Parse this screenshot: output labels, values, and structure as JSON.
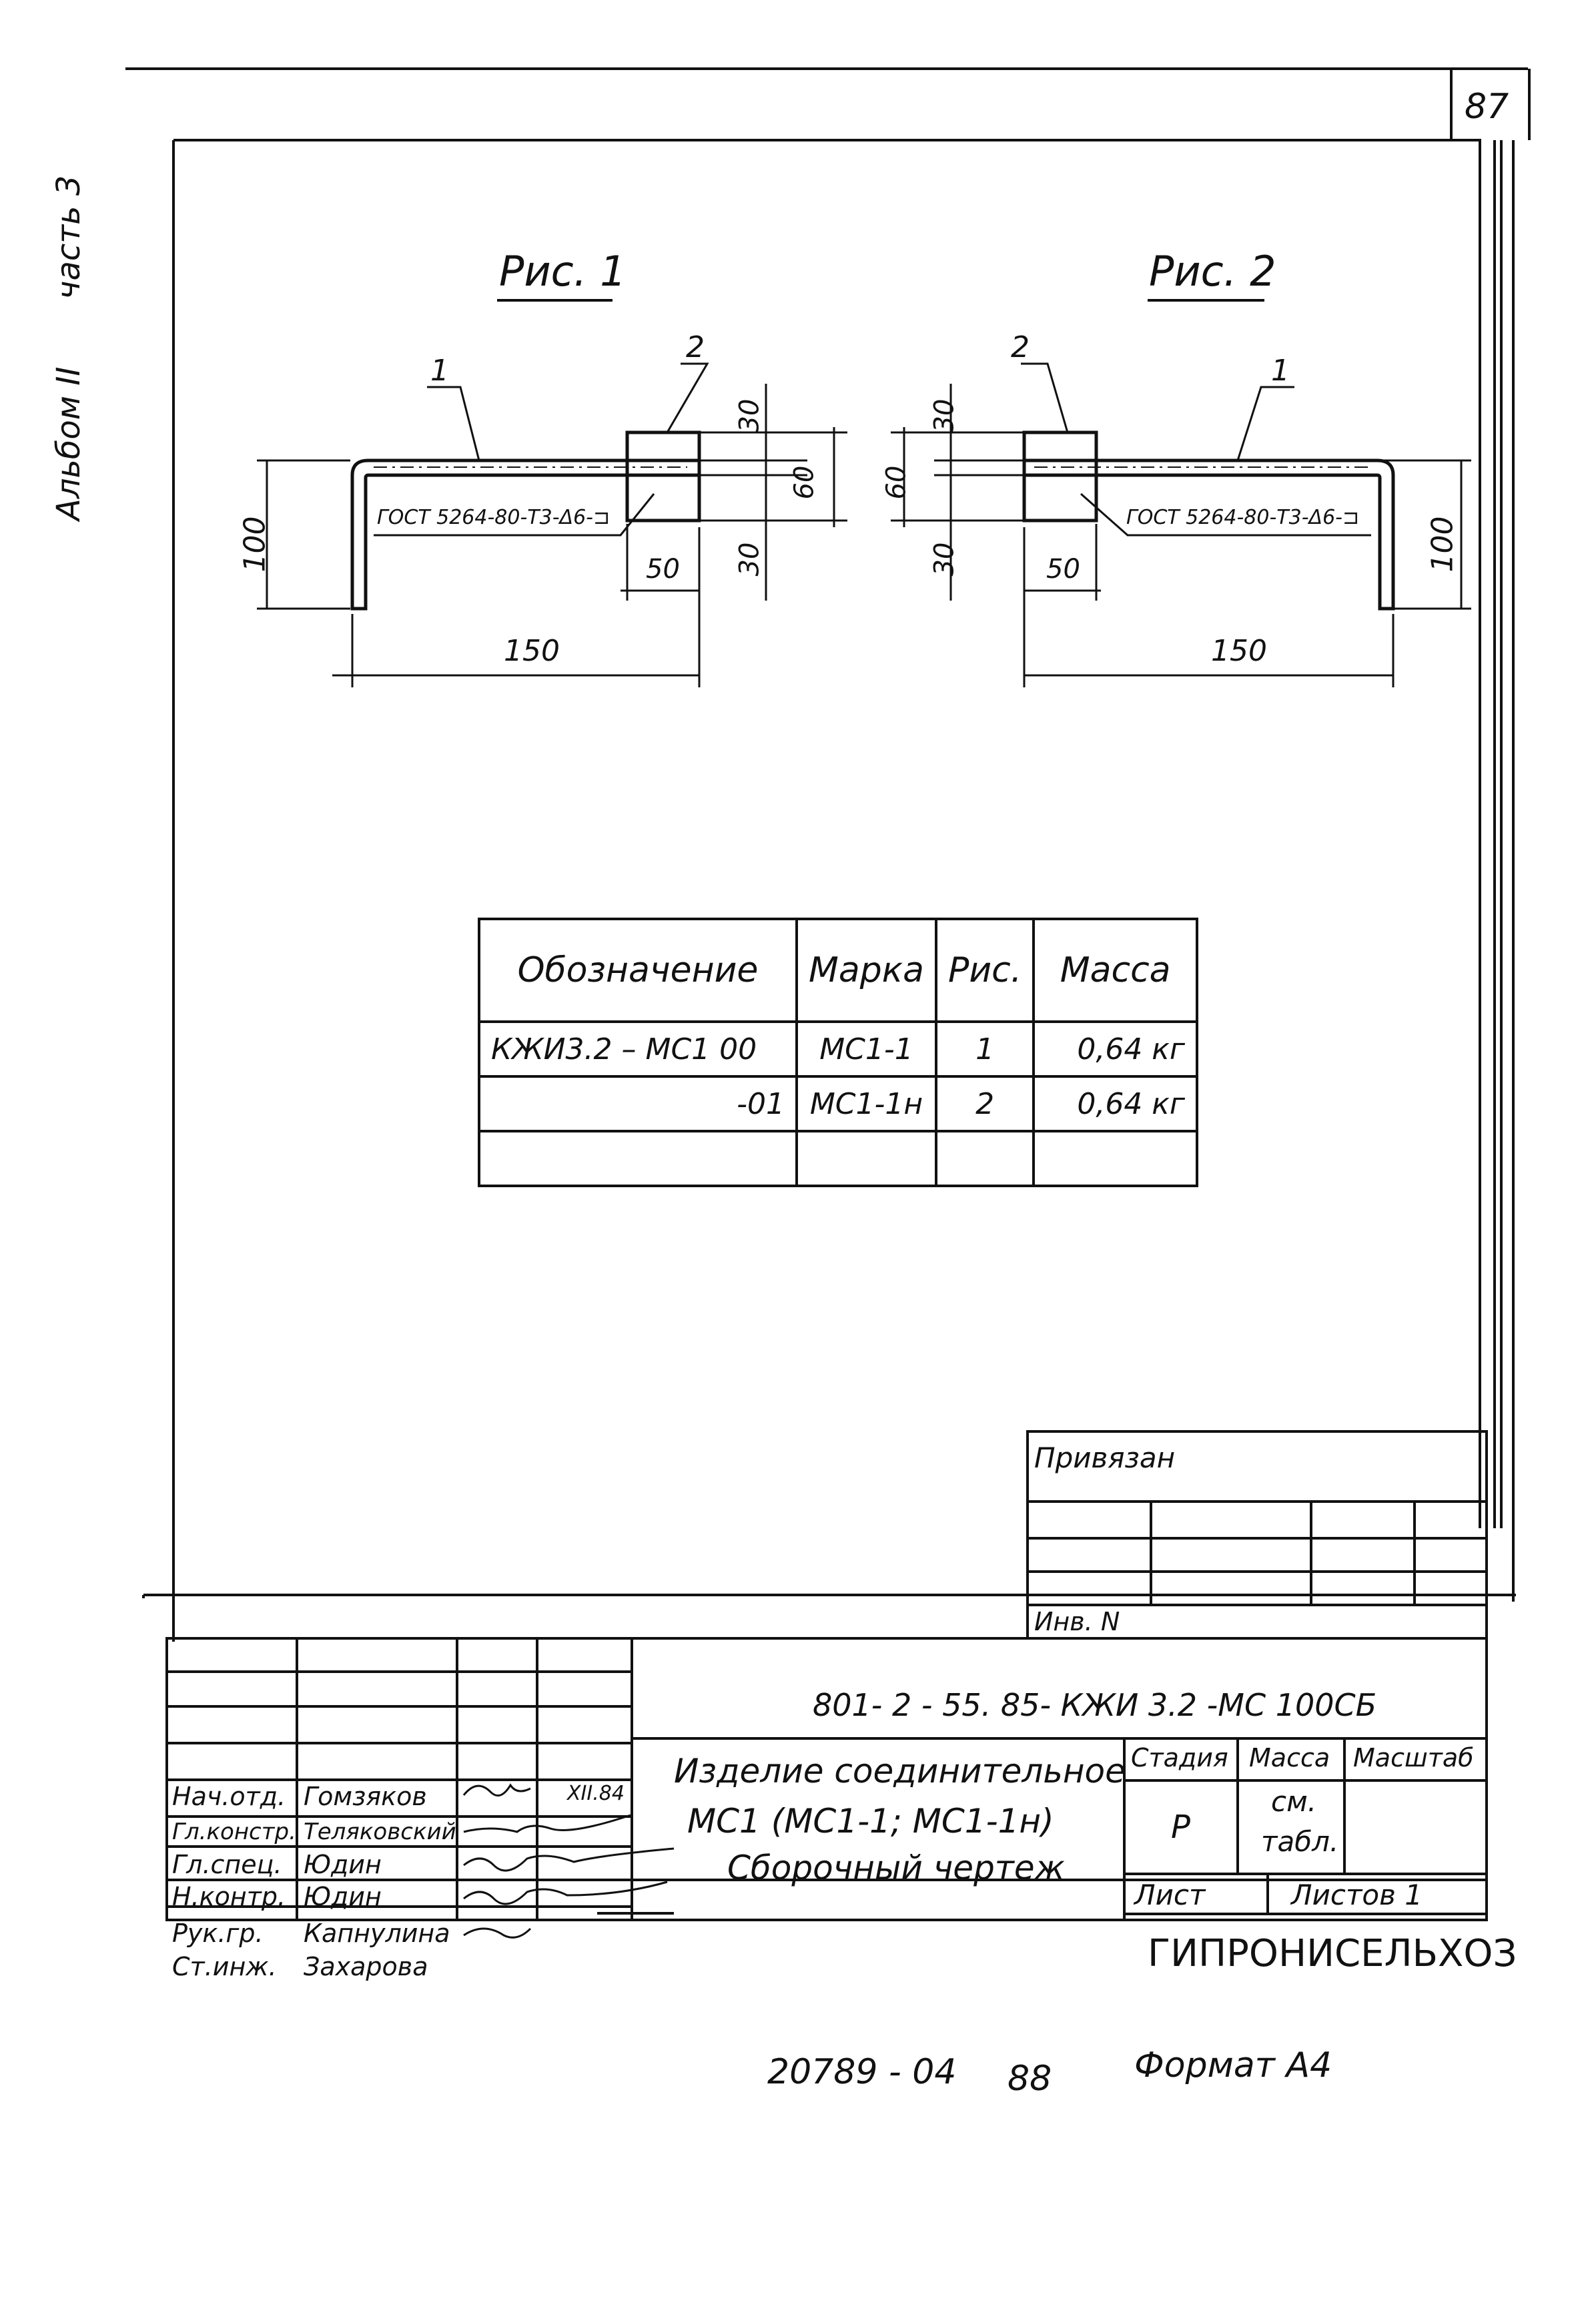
{
  "page_number": "87",
  "side_label": {
    "album": "Альбом II",
    "part": "часть 3"
  },
  "figures": [
    {
      "title": "Рис. 1",
      "pos1": "1",
      "pos2": "2",
      "gost": "ГОСТ 5264-80-Т3-Δ6-⊐",
      "dim_150": "150",
      "dim_100": "100",
      "dim_50": "50",
      "dim_60": "60",
      "dim_30a": "30",
      "dim_30b": "30"
    },
    {
      "title": "Рис. 2",
      "pos1": "1",
      "pos2": "2",
      "gost": "ГОСТ 5264-80-Т3-Δ6-⊐",
      "dim_150": "150",
      "dim_100": "100",
      "dim_50": "50",
      "dim_60": "60",
      "dim_30a": "30",
      "dim_30b": "30"
    }
  ],
  "spec_table": {
    "headers": [
      "Обозначение",
      "Марка",
      "Рис.",
      "Масса"
    ],
    "rows": [
      [
        "КЖИ3.2 – МС1 00",
        "МС1-1",
        "1",
        "0,64 кг"
      ],
      [
        "-01",
        "МС1-1н",
        "2",
        "0,64 кг"
      ],
      [
        "",
        "",
        "",
        ""
      ]
    ]
  },
  "attach_block": {
    "title": "Привязан",
    "inv": "Инв. N"
  },
  "title_block": {
    "code": "801- 2 - 55. 85- КЖИ 3.2 -МС 100СБ",
    "name_line1": "Изделие соединительное",
    "name_line2": "МС1 (МС1-1; МС1-1н)",
    "name_line3": "Сборочный чертеж",
    "stage_header": "Стадия",
    "mass_header": "Масса",
    "scale_header": "Масштаб",
    "stage_value": "Р",
    "mass_value_1": "см.",
    "mass_value_2": "табл.",
    "sheet_label": "Лист",
    "sheets_label": "Листов 1",
    "org": "ГИПРОНИСЕЛЬХОЗ",
    "date": "XII.84",
    "roles": [
      {
        "role": "Нач.отд.",
        "name": "Гомзяков"
      },
      {
        "role": "Гл.констр.",
        "name": "Теляковский"
      },
      {
        "role": "Гл.спец.",
        "name": "Юдин"
      },
      {
        "role": "Н.контр.",
        "name": "Юдин"
      },
      {
        "role": "Рук.гр.",
        "name": "Капнулина"
      },
      {
        "role": "Ст.инж.",
        "name": "Захарова"
      }
    ]
  },
  "footer": {
    "number": "20789 - 04",
    "page": "88",
    "format": "Формат А4"
  },
  "colors": {
    "ink": "#111111",
    "paper": "#ffffff"
  }
}
